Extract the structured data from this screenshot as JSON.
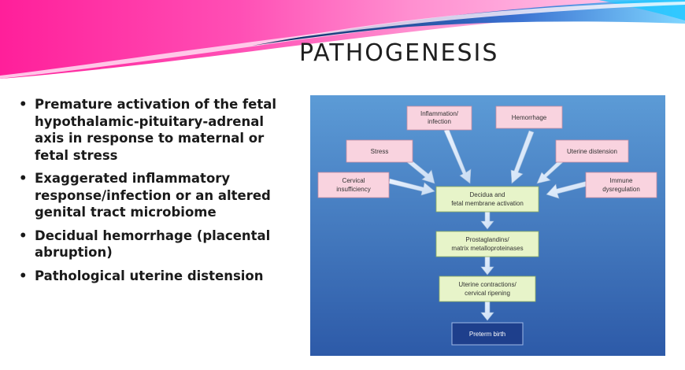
{
  "slide": {
    "title": "PATHOGENESIS",
    "bullets": [
      "Premature activation of the fetal hypothalamic-pituitary-adrenal axis in response to maternal or fetal stress",
      "Exaggerated inflammatory response/infection or an altered genital tract microbiome",
      "Decidual hemorrhage (placental abruption)",
      "Pathological uterine distension"
    ]
  },
  "diagram": {
    "causes": [
      {
        "lines": [
          "Inflammation/",
          "infection"
        ]
      },
      {
        "lines": [
          "Hemorrhage"
        ]
      },
      {
        "lines": [
          "Stress"
        ]
      },
      {
        "lines": [
          "Uterine distension"
        ]
      },
      {
        "lines": [
          "Cervical",
          "insufficiency"
        ]
      },
      {
        "lines": [
          "Immune",
          "dysregulation"
        ]
      }
    ],
    "steps": [
      {
        "lines": [
          "Decidua and",
          "fetal membrane activation"
        ]
      },
      {
        "lines": [
          "Prostaglandins/",
          "matrix metalloproteinases"
        ]
      },
      {
        "lines": [
          "Uterine contractions/",
          "cervical ripening"
        ]
      }
    ],
    "outcome": {
      "lines": [
        "Preterm birth"
      ]
    },
    "colors": {
      "background_top": "#5c9bd6",
      "background_bottom": "#2d5aa8",
      "cause_fill": "#f9d3df",
      "step_fill": "#e7f4c9",
      "outcome_fill": "#1e3f8c"
    }
  }
}
